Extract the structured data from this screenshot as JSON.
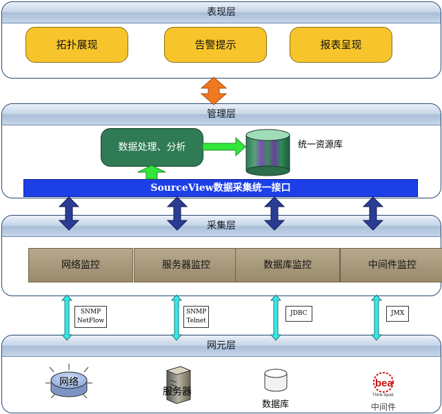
{
  "layers": {
    "presentation": {
      "title": "表现层",
      "items": [
        "拓扑展现",
        "告警提示",
        "报表呈现"
      ]
    },
    "management": {
      "title": "管理层",
      "process_box": "数据处理、分析",
      "repository_label": "统一资源库",
      "interface_bar": "SourceView数据采集统一接口"
    },
    "collection": {
      "title": "采集层",
      "monitors": [
        "网络监控",
        "服务器监控",
        "数据库监控",
        "中间件监控"
      ]
    },
    "element": {
      "title": "网元层",
      "network_label": "网络",
      "server_label": "服务器",
      "database_label": "数据库",
      "middleware_label": "中间件",
      "bea_logo_text": "bea",
      "bea_tagline": "Think liquid."
    }
  },
  "protocols": [
    {
      "line1": "SNMP",
      "line2": "NetFlow"
    },
    {
      "line1": "SNMP",
      "line2": "Telnet"
    },
    {
      "line1": "JDBC",
      "line2": ""
    },
    {
      "line1": "JMX",
      "line2": ""
    }
  ],
  "colors": {
    "presentation_pill": "#f7c52b",
    "process_box": "#2f7b55",
    "interface_bar": "#1c3fe8",
    "monitor_box": "#a89a7c",
    "orange_arrow": "#f07820",
    "green_arrow": "#33e63a",
    "navy_arrow": "#2a3c94",
    "cyan_arrow": "#39e6e6"
  }
}
